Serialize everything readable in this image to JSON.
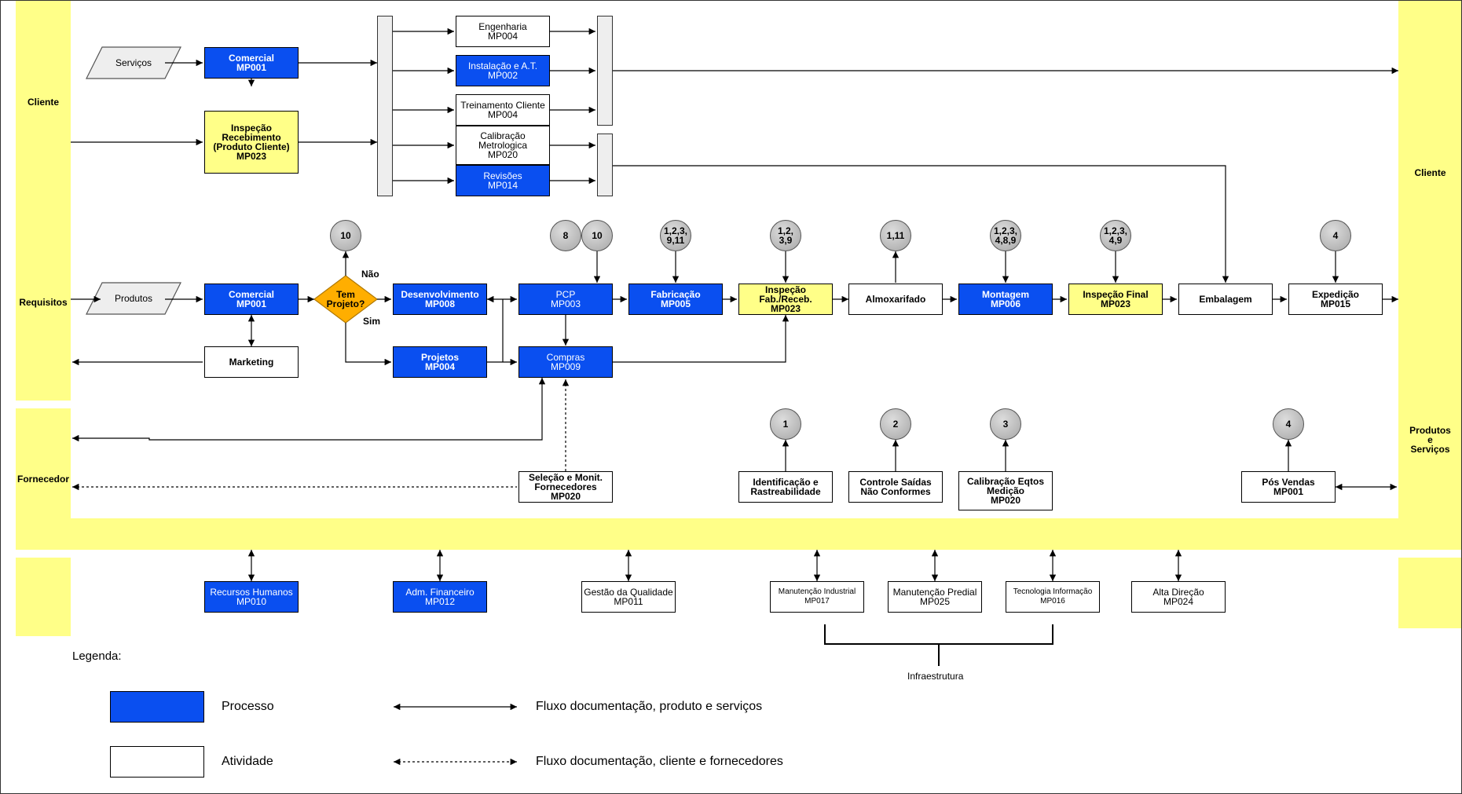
{
  "lanes": {
    "cliente_left": "Cliente",
    "requisitos": "Requisitos",
    "fornecedor": "Fornecedor",
    "cliente_right": "Cliente",
    "produtos_servicos": [
      "Produtos",
      "e",
      "Serviços"
    ]
  },
  "inputs": {
    "servicos": "Serviços",
    "produtos": "Produtos"
  },
  "top_row": {
    "comercial": [
      "Comercial",
      "MP001"
    ],
    "inspecao_receb": [
      "Inspeção",
      "Recebimento",
      "(Produto Cliente)",
      "MP023"
    ],
    "engenharia": [
      "Engenharia",
      "MP004"
    ],
    "instalacao": [
      "Instalação e A.T.",
      "MP002"
    ],
    "treinamento": [
      "Treinamento Cliente",
      "MP004"
    ],
    "calibracao": [
      "Calibração",
      "Metrologica",
      "MP020"
    ],
    "revisoes": [
      "Revisões",
      "MP014"
    ]
  },
  "main_row": {
    "comercial": [
      "Comercial",
      "MP001"
    ],
    "marketing": [
      "Marketing"
    ],
    "decision": [
      "Tem",
      "Projeto?"
    ],
    "nao": "Não",
    "sim": "Sim",
    "desenvolvimento": [
      "Desenvolvimento",
      "MP008"
    ],
    "projetos": [
      "Projetos",
      "MP004"
    ],
    "pcp": [
      "PCP",
      "MP003"
    ],
    "compras": [
      "Compras",
      "MP009"
    ],
    "fabricacao": [
      "Fabricação",
      "MP005"
    ],
    "inspecao_fab": [
      "Inspeção",
      "Fab./Receb.",
      "MP023"
    ],
    "almoxarifado": [
      "Almoxarifado"
    ],
    "montagem": [
      "Montagem",
      "MP006"
    ],
    "inspecao_final": [
      "Inspeção Final",
      "MP023"
    ],
    "embalagem": [
      "Embalagem"
    ],
    "expedicao": [
      "Expedição",
      "MP015"
    ],
    "selecao": [
      "Seleção e Monit.",
      "Fornecedores",
      "MP020"
    ]
  },
  "circles": {
    "c_decision": [
      "10"
    ],
    "c_pcp_a": [
      "8"
    ],
    "c_pcp_b": [
      "10"
    ],
    "c_fab": [
      "1,2,3,",
      "9,11"
    ],
    "c_insp": [
      "1,2,",
      "3,9"
    ],
    "c_almox": [
      "1,11"
    ],
    "c_mont": [
      "1,2,3,",
      "4,8,9"
    ],
    "c_final": [
      "1,2,3,",
      "4,9"
    ],
    "c_exped": [
      "4"
    ],
    "c_ident": [
      "1"
    ],
    "c_controle": [
      "2"
    ],
    "c_calib": [
      "3"
    ],
    "c_pos": [
      "4"
    ]
  },
  "support_row": {
    "identificacao": [
      "Identificação e",
      "Rastreabilidade"
    ],
    "controle": [
      "Controle Saídas",
      "Não Conformes"
    ],
    "calibracao": [
      "Calibração Eqtos",
      "Medição",
      "MP020"
    ],
    "pos_vendas": [
      "Pós Vendas",
      "MP001"
    ]
  },
  "bottom_row": {
    "rh": [
      "Recursos Humanos",
      "MP010"
    ],
    "financeiro": [
      "Adm. Financeiro",
      "MP012"
    ],
    "qualidade": [
      "Gestão da Qualidade",
      "MP011"
    ],
    "manut_ind": [
      "Manutenção Industrial",
      "MP017"
    ],
    "manut_pred": [
      "Manutenção Predial",
      "MP025"
    ],
    "ti": [
      "Tecnologia Informação",
      "MP016"
    ],
    "alta_direcao": [
      "Alta Direção",
      "MP024"
    ],
    "infra": "Infraestrutura"
  },
  "legend": {
    "title": "Legenda:",
    "processo": "Processo",
    "atividade": "Atividade",
    "fluxo_solid": "Fluxo documentação, produto e serviços",
    "fluxo_dashed": "Fluxo documentação, cliente e fornecedores"
  },
  "colors": {
    "process_blue": "#0a4ff0",
    "lane_yellow": "#ffff88",
    "decision_orange": "#ffae00"
  }
}
